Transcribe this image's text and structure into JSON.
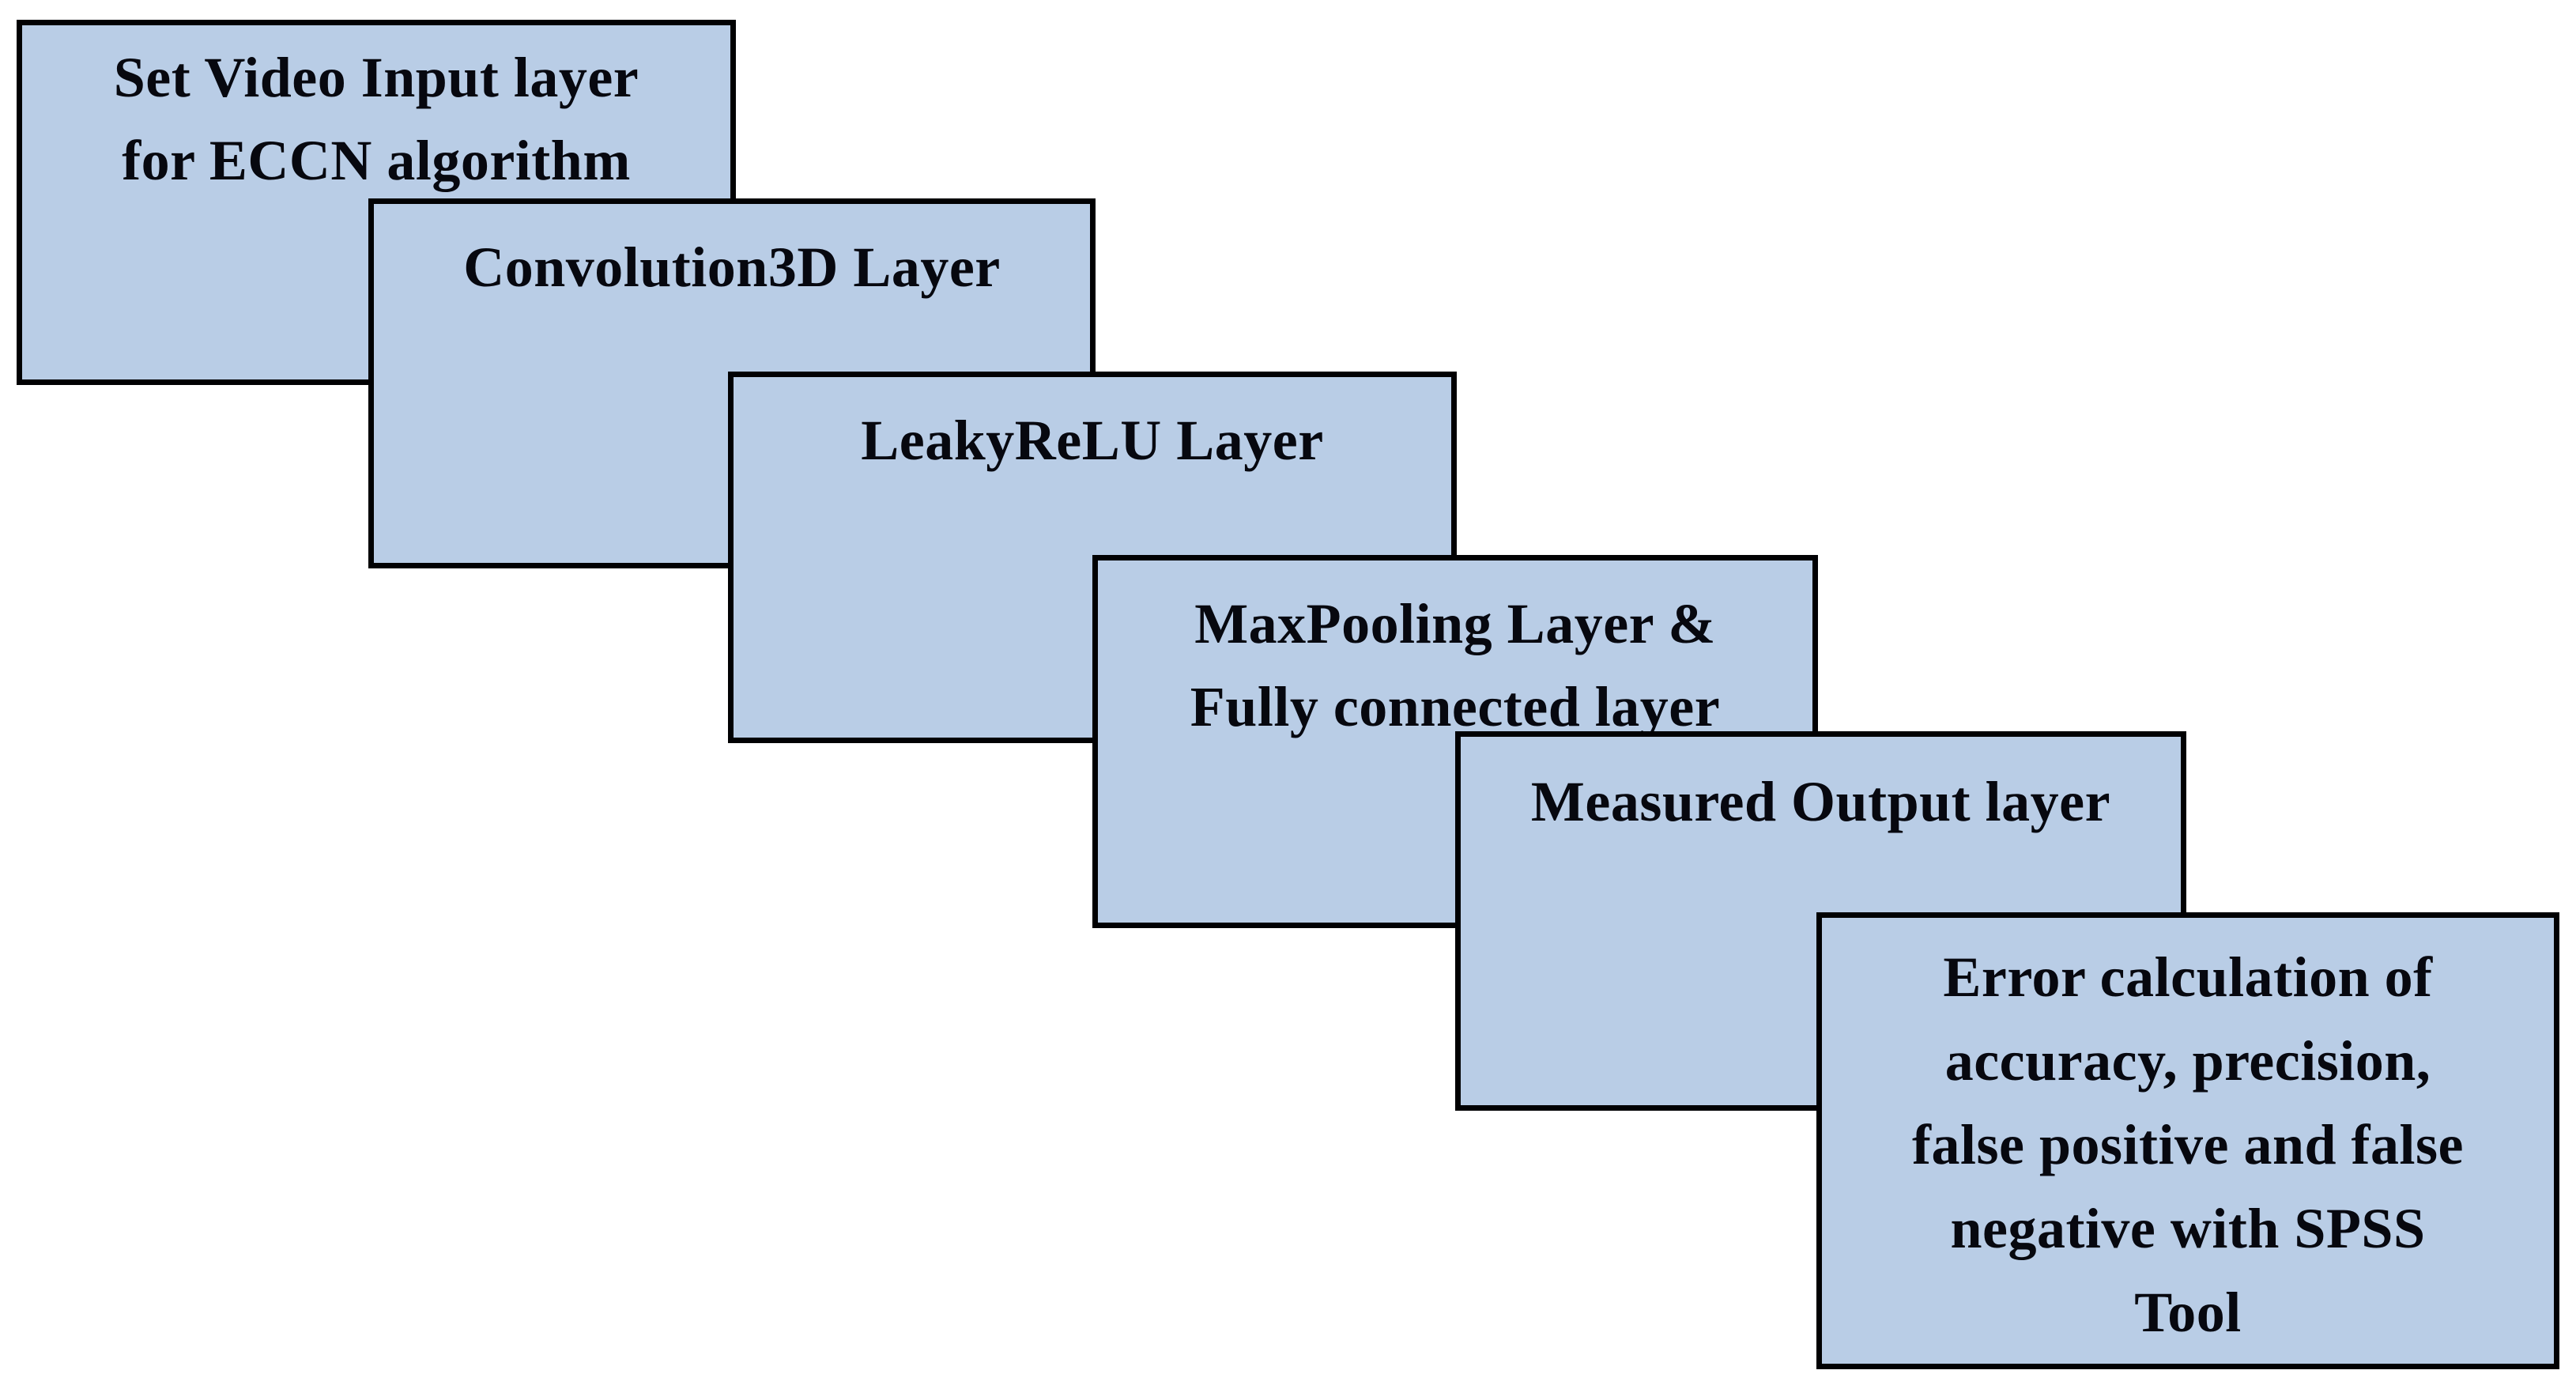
{
  "diagram": {
    "type": "cascading-flow",
    "boxes": [
      {
        "id": "video-input",
        "label": "Set Video Input layer\nfor ECCN algorithm"
      },
      {
        "id": "conv3d",
        "label": "Convolution3D Layer"
      },
      {
        "id": "leakyrelu",
        "label": "LeakyReLU Layer"
      },
      {
        "id": "maxpool-fc",
        "label": "MaxPooling Layer &\nFully connected layer"
      },
      {
        "id": "measured-output",
        "label": "Measured Output layer"
      },
      {
        "id": "error-calc",
        "label": "Error calculation of\naccuracy, precision,\nfalse positive and false\nnegative with SPSS\nTool"
      }
    ],
    "colors": {
      "box_fill": "#b9cde6",
      "box_border": "#010103",
      "text": "#07080f",
      "background": "#ffffff"
    }
  }
}
